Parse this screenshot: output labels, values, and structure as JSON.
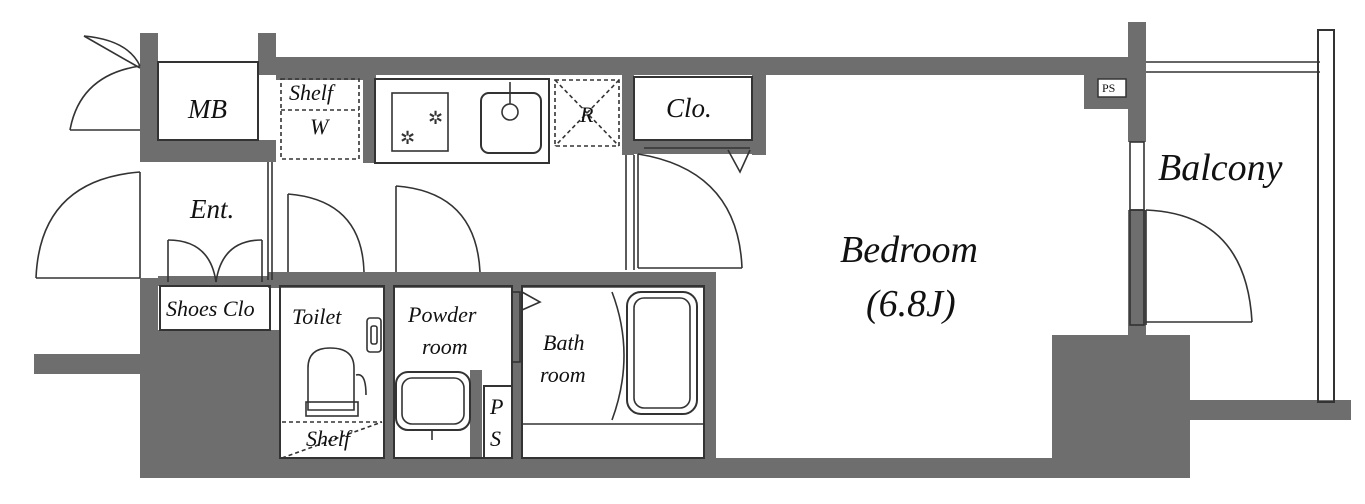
{
  "rooms": {
    "mb": "MB",
    "shelf_w_1": "Shelf",
    "shelf_w_2": "W",
    "r": "R",
    "closet": "Clo.",
    "ps_top": "PS",
    "balcony": "Balcony",
    "entrance": "Ent.",
    "bedroom": "Bedroom",
    "bedroom_size": "(6.8J)",
    "shoes_closet": "Shoes Clo",
    "toilet": "Toilet",
    "toilet_shelf": "Shelf",
    "powder_1": "Powder",
    "powder_2": "room",
    "bath_1": "Bath",
    "bath_2": "room",
    "ps_p": "P",
    "ps_s": "S"
  }
}
